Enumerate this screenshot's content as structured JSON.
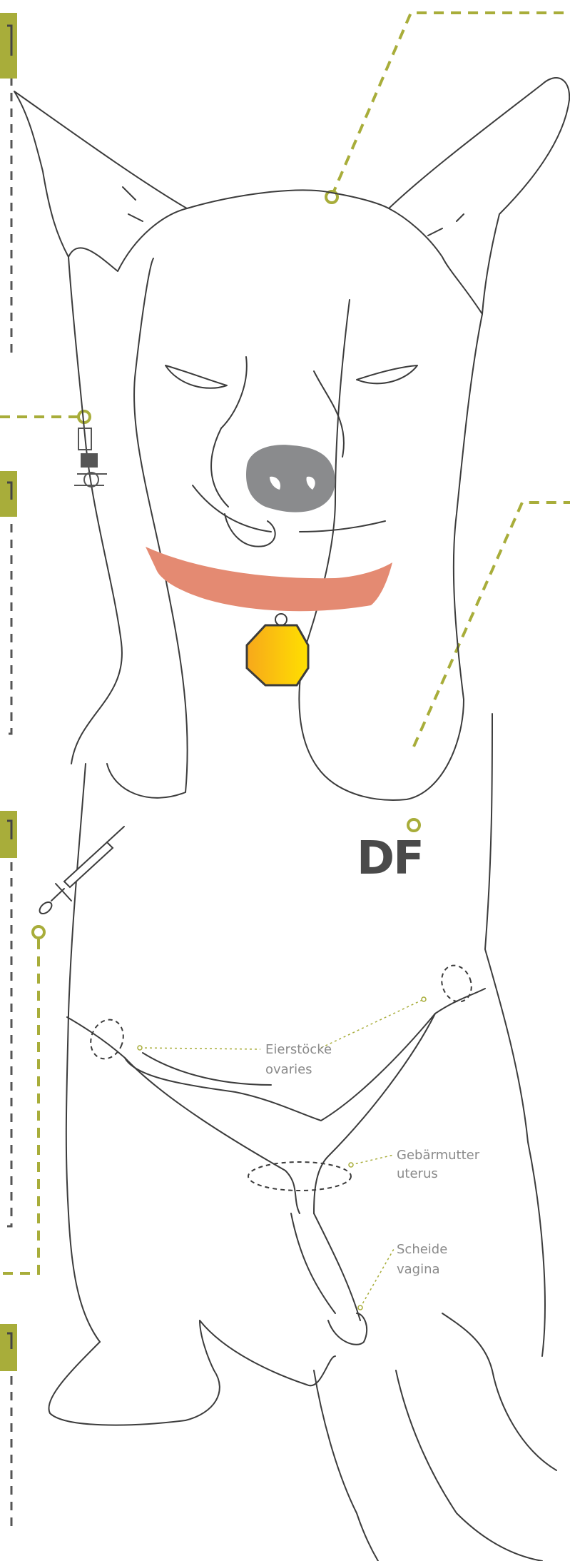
{
  "colors": {
    "outline": "#3c3c3c",
    "guide_line": "#a8ad3a",
    "bracket_tab": "#a8ad3a",
    "bracket_line": "#555555",
    "nose": "#8a8b8d",
    "collar": "#e48a72",
    "tag_start": "#f7a81b",
    "tag_end": "#ffe000",
    "label": "#8a8a8a",
    "brand_mark": "#4a4a4a"
  },
  "brand_mark": "DF",
  "labels": {
    "ovaries_de": "Eierstöcke",
    "ovaries_en": "ovaries",
    "uterus_de": "Gebärmutter",
    "uterus_en": "uterus",
    "vagina_de": "Scheide",
    "vagina_en": "vagina"
  },
  "icons": {
    "tattoo": "tattoo-icon",
    "syringe": "syringe-icon",
    "tag": "dog-tag-icon"
  }
}
